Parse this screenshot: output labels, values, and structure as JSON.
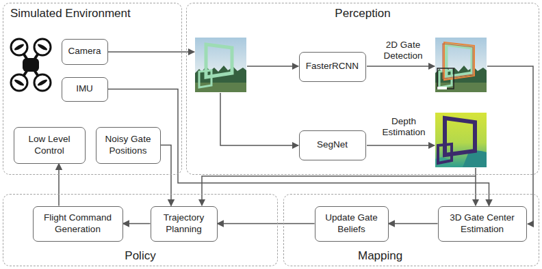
{
  "diagram": {
    "nodes": [
      {
        "text": [
          "Simulated Environment"
        ]
      },
      {
        "text": [
          "Camera"
        ],
        "in": 0
      },
      {
        "text": [
          "IMU"
        ],
        "in": 0
      },
      {
        "text": [
          "Low Level Control"
        ],
        "in": 0
      },
      {
        "text": [
          "Noisy Gate Positions"
        ],
        "in": 0
      },
      {
        "text": [
          "Perception"
        ]
      },
      {
        "text": [
          "FasterRCNN"
        ],
        "in": 5
      },
      {
        "text": [
          "SegNet"
        ],
        "in": 5
      },
      {
        "text": [
          "Policy"
        ]
      },
      {
        "text": [
          "Flight Command Generation"
        ],
        "in": 8
      },
      {
        "text": [
          "Trajectory Planning"
        ],
        "in": 8
      },
      {
        "text": [
          "Mapping"
        ]
      },
      {
        "text": [
          "Update Gate Beliefs"
        ],
        "in": 11
      },
      {
        "text": [
          "3D Gate Center Estimation"
        ],
        "in": 11
      }
    ],
    "edges": [
      {
        "from": 2,
        "to": 13,
        "arrow": "to"
      },
      {
        "from": 4,
        "to": 10,
        "arrow": "to"
      },
      {
        "from": 13,
        "to": 12,
        "arrow": "to"
      },
      {
        "from": 12,
        "to": 10,
        "arrow": "to"
      },
      {
        "from": 10,
        "to": 9,
        "arrow": "to"
      },
      {
        "from": 9,
        "to": 3,
        "arrow": "to"
      }
    ],
    "labels": [
      "2D Gate Detection",
      "Depth Estimation"
    ]
  }
}
